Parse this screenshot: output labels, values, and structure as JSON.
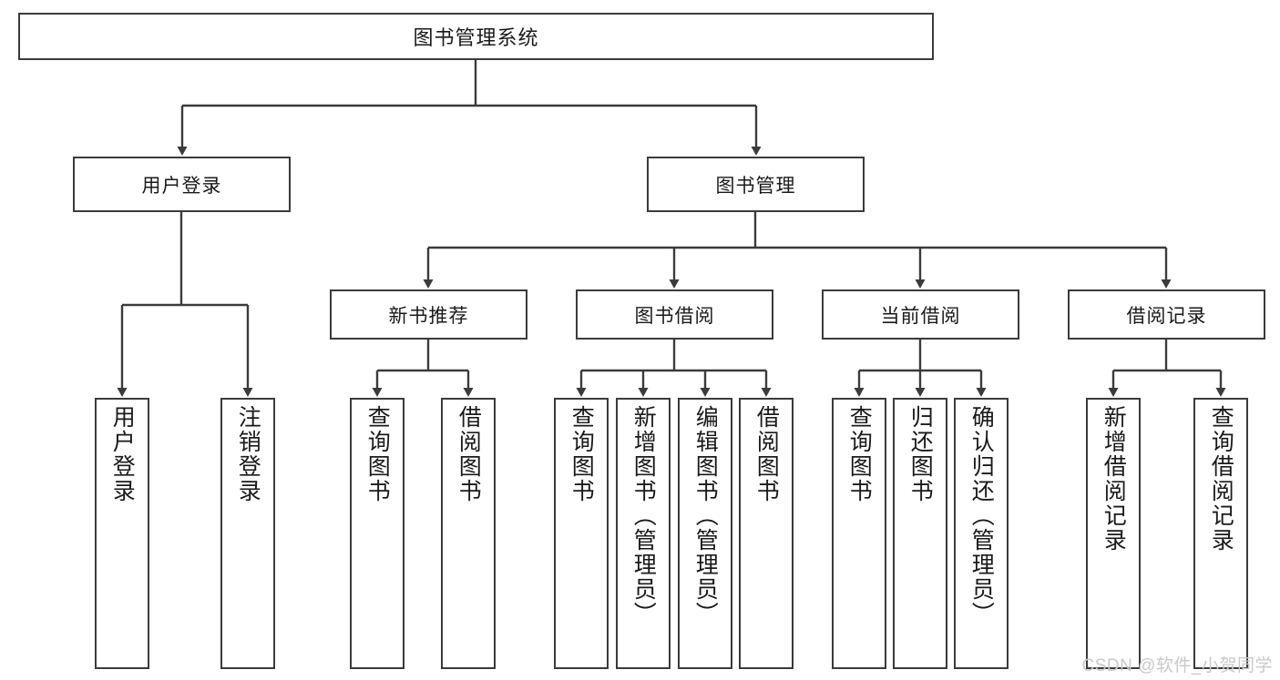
{
  "diagram": {
    "title": "图书管理系统",
    "type": "tree-hierarchy-diagram",
    "colors": {
      "box_border": "#3b3b3b",
      "box_fill": "#ffffff",
      "edge": "#3b3b3b",
      "text": "#1a1a1a",
      "watermark": "#c9c9c9",
      "background": "#ffffff"
    },
    "nodes": {
      "root": {
        "label": "图书管理系统"
      },
      "level2": [
        {
          "id": "user-login",
          "label": "用户登录"
        },
        {
          "id": "book-management",
          "label": "图书管理"
        }
      ],
      "level3": [
        {
          "id": "new-book-recommend",
          "label": "新书推荐"
        },
        {
          "id": "book-borrow",
          "label": "图书借阅"
        },
        {
          "id": "current-borrow",
          "label": "当前借阅"
        },
        {
          "id": "borrow-record",
          "label": "借阅记录"
        }
      ],
      "leaves": {
        "user-login": [
          {
            "id": "leaf-user-login",
            "label": "用户登录"
          },
          {
            "id": "leaf-logout-login",
            "label": "注销登录"
          }
        ],
        "new-book-recommend": [
          {
            "id": "leaf-query-book-1",
            "label": "查询图书"
          },
          {
            "id": "leaf-borrow-book-1",
            "label": "借阅图书"
          }
        ],
        "book-borrow": [
          {
            "id": "leaf-query-book-2",
            "label": "查询图书"
          },
          {
            "id": "leaf-add-book-admin",
            "label": "新增图书（管理员）"
          },
          {
            "id": "leaf-edit-book-admin",
            "label": "编辑图书（管理员）"
          },
          {
            "id": "leaf-borrow-book-2",
            "label": "借阅图书"
          }
        ],
        "current-borrow": [
          {
            "id": "leaf-query-book-3",
            "label": "查询图书"
          },
          {
            "id": "leaf-return-book",
            "label": "归还图书"
          },
          {
            "id": "leaf-confirm-return-admin",
            "label": "确认归还（管理员）"
          }
        ],
        "borrow-record": [
          {
            "id": "leaf-add-borrow-record",
            "label": "新增借阅记录"
          },
          {
            "id": "leaf-query-borrow-record",
            "label": "查询借阅记录"
          }
        ]
      }
    },
    "watermark": "CSDN @软件_小贺同学"
  }
}
